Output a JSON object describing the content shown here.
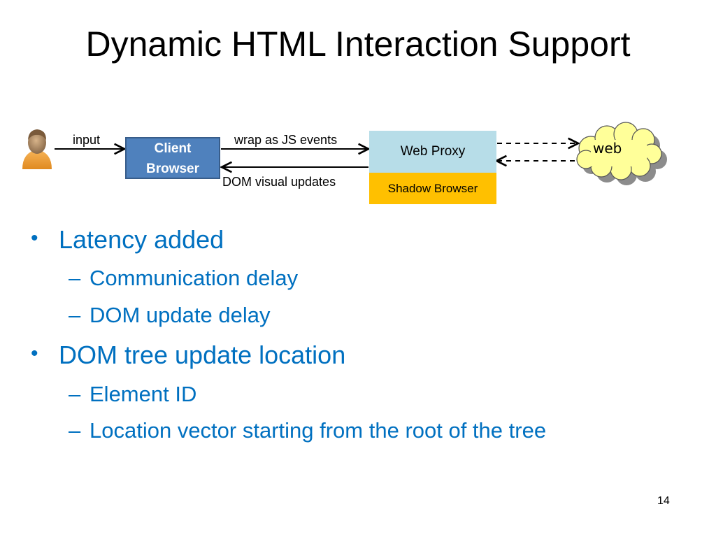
{
  "slide": {
    "title": "Dynamic HTML Interaction Support",
    "page_number": "14"
  },
  "diagram": {
    "user_icon": "user-avatar-icon",
    "input_label": "input",
    "client_box": {
      "line1": "Client",
      "line2": "Browser",
      "fill": "#4f81bd"
    },
    "wrap_label": "wrap as JS events",
    "dom_updates_label": "DOM visual updates",
    "web_proxy": {
      "label": "Web Proxy",
      "fill": "#b7dde8"
    },
    "shadow_browser": {
      "label": "Shadow Browser",
      "fill": "#ffc000"
    },
    "cloud": {
      "label": "web",
      "fill": "#ffff99"
    }
  },
  "bullets": [
    {
      "text": "Latency added",
      "sub": [
        "Communication delay",
        "DOM update delay"
      ]
    },
    {
      "text": "DOM tree update location",
      "sub": [
        "Element ID",
        "Location vector starting from the root of the tree"
      ]
    }
  ],
  "colors": {
    "bullet_text": "#0070c0"
  }
}
